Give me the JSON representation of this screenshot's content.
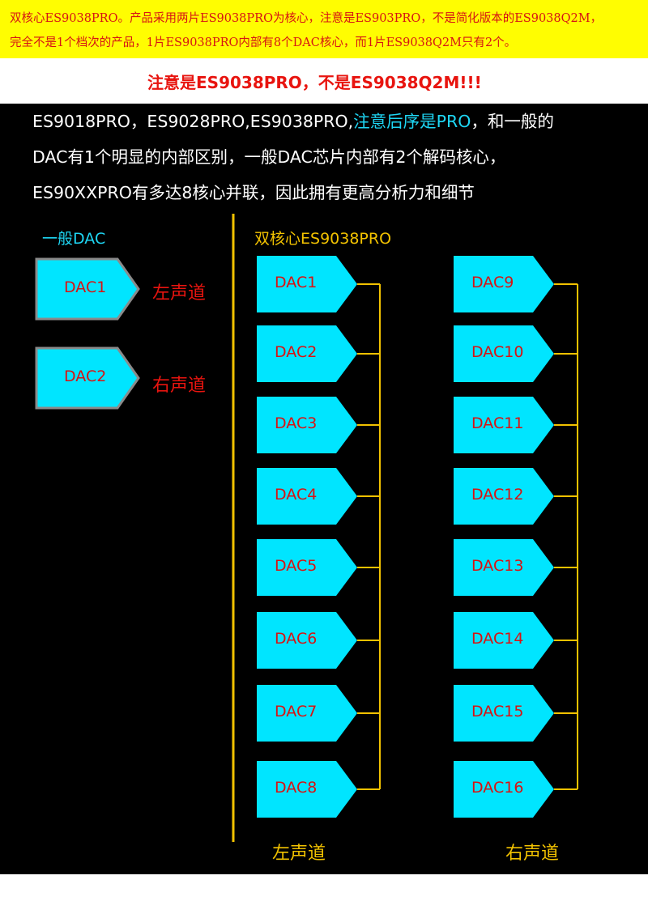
{
  "banner": {
    "line1": "双核心ES9038PRO。产品采用两片ES9038PRO为核心，注意是ES903PRO，不是简化版本的ES9038Q2M，",
    "line2": "完全不是1个档次的产品，1片ES9038PRO内部有8个DAC核心，而1片ES9038Q2M只有2个。"
  },
  "subtitle": "注意是ES9038PRO，不是ES9038Q2M!!!",
  "intro": {
    "line1_a": "ES9018PRO，ES9028PRO,ES9038PRO,",
    "line1_b": "注意后序是PRO",
    "line1_c": "，和一般的",
    "line2": "DAC有1个明显的内部区别，一般DAC芯片内部有2个解码核心，",
    "line3": "ES90XXPRO有多达8核心并联，因此拥有更高分析力和细节"
  },
  "general": {
    "title": "一般DAC",
    "dacs": [
      "DAC1",
      "DAC2"
    ],
    "channels": [
      "左声道",
      "右声道"
    ]
  },
  "dual": {
    "title": "双核心ES9038PRO",
    "left_dacs": [
      "DAC1",
      "DAC2",
      "DAC3",
      "DAC4",
      "DAC5",
      "DAC6",
      "DAC7",
      "DAC8"
    ],
    "right_dacs": [
      "DAC9",
      "DAC10",
      "DAC11",
      "DAC12",
      "DAC13",
      "DAC14",
      "DAC15",
      "DAC16"
    ],
    "left_channel": "左声道",
    "right_channel": "右声道"
  },
  "colors": {
    "dac_fill": "#00e5ff",
    "dac_border": "#8a8a8a",
    "connector": "#f2c200",
    "divider": "#f2c200",
    "banner_bg": "#fffd01",
    "banner_text": "#d61414"
  }
}
